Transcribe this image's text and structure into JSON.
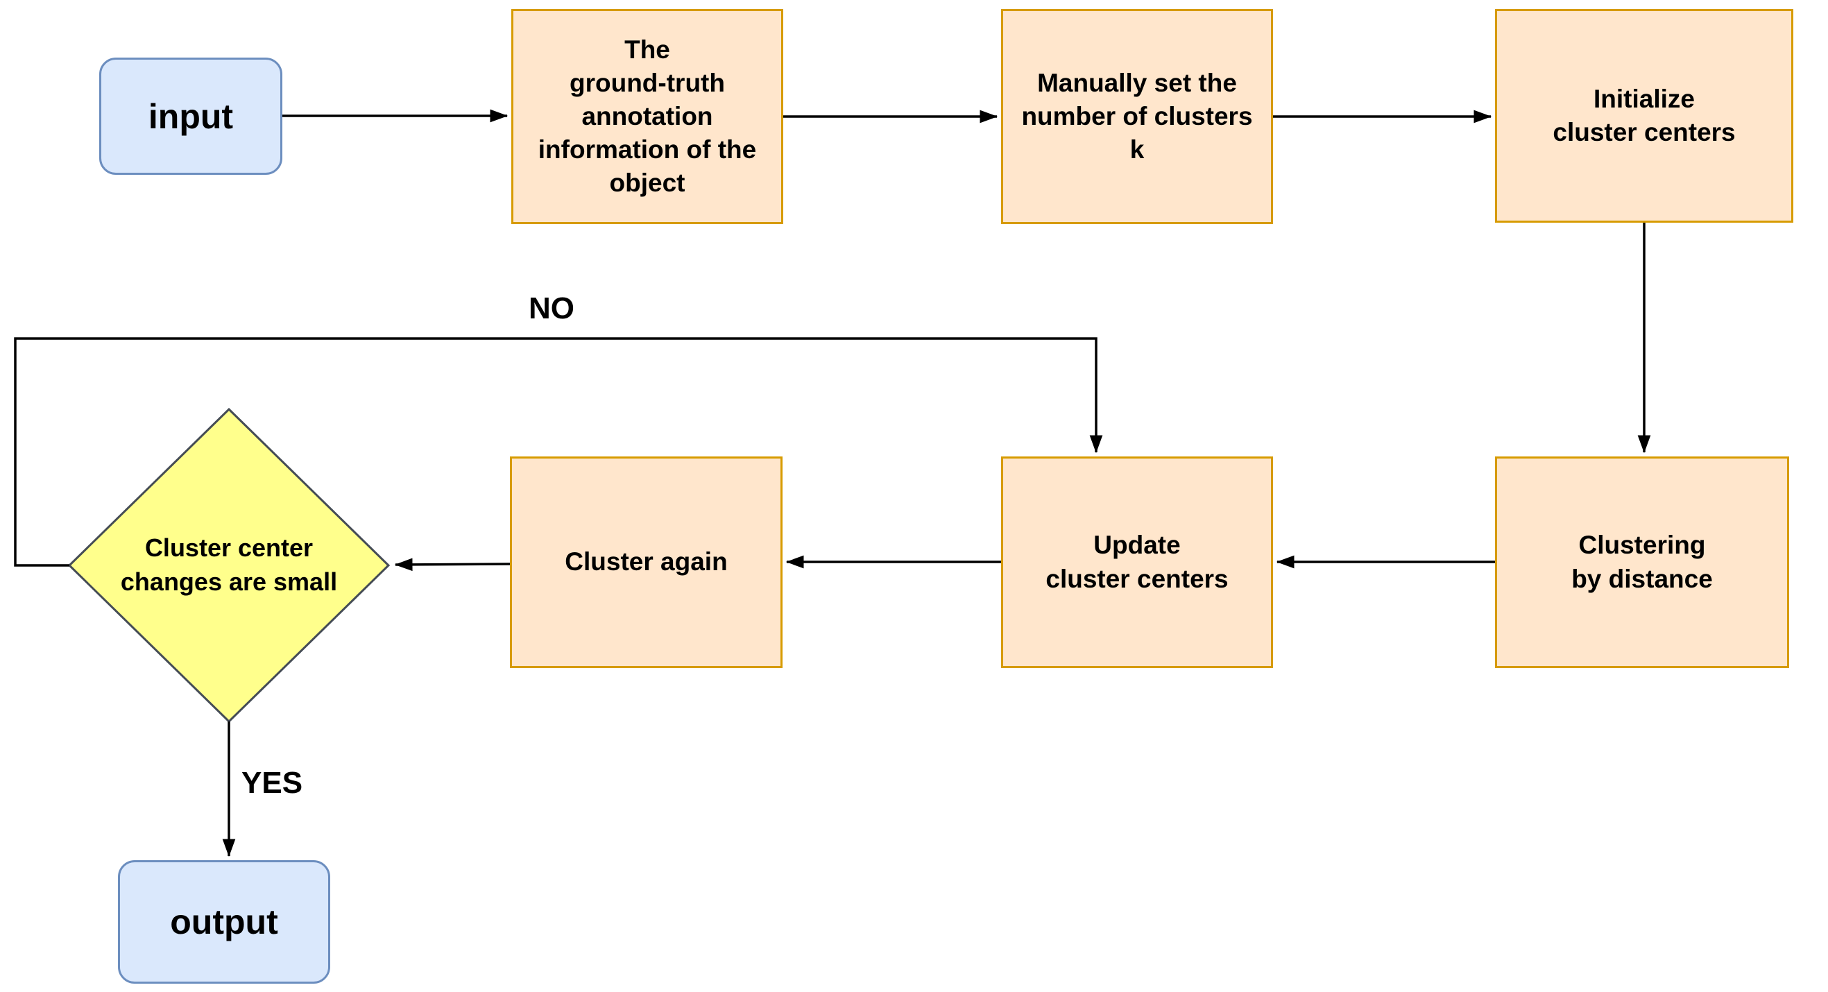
{
  "colors": {
    "process_fill": "#FFE6CC",
    "process_border": "#D79B00",
    "terminal_fill": "#DAE8FC",
    "terminal_border": "#6C8EBF",
    "decision_fill": "#FFFF8C",
    "decision_border": "#454C55",
    "connector": "#000000",
    "text": "#000000"
  },
  "nodes": {
    "input": {
      "label": "input"
    },
    "ground_truth": {
      "label": "The\nground-truth\nannotation\ninformation of the\nobject"
    },
    "set_k": {
      "label": "Manually set the\nnumber of clusters\nk"
    },
    "init_centers": {
      "label": "Initialize\ncluster centers"
    },
    "clustering_distance": {
      "label": "Clustering\nby distance"
    },
    "update_centers": {
      "label": "Update\ncluster centers"
    },
    "cluster_again": {
      "label": "Cluster again"
    },
    "decision": {
      "label": "Cluster center\nchanges are small"
    },
    "output": {
      "label": "output"
    }
  },
  "edges": {
    "no_label": "NO",
    "yes_label": "YES"
  }
}
